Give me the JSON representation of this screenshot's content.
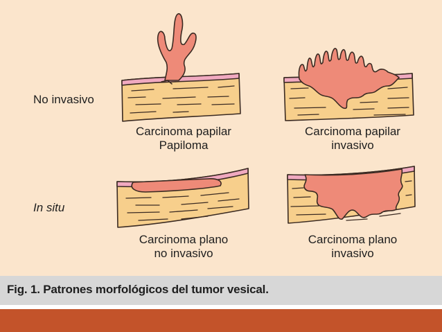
{
  "rows": {
    "non_invasive": "No invasivo",
    "in_situ": "In situ"
  },
  "panels": {
    "papillary_noninvasive": {
      "line1": "Carcinoma papilar",
      "line2": "Papiloma"
    },
    "papillary_invasive": {
      "line1": "Carcinoma papilar",
      "line2": "invasivo"
    },
    "flat_noninvasive": {
      "line1": "Carcinoma plano",
      "line2": "no invasivo"
    },
    "flat_invasive": {
      "line1": "Carcinoma plano",
      "line2": "invasivo"
    }
  },
  "caption": "Fig. 1. Patrones morfológicos del tumor vesical.",
  "colors": {
    "background": "#fbe5cc",
    "tissue": "#f7cf8c",
    "mucosa": "#f0a9c0",
    "tumor": "#ee8a78",
    "caption_bar": "#d7d7d7",
    "footer_bar": "#c3532a"
  }
}
